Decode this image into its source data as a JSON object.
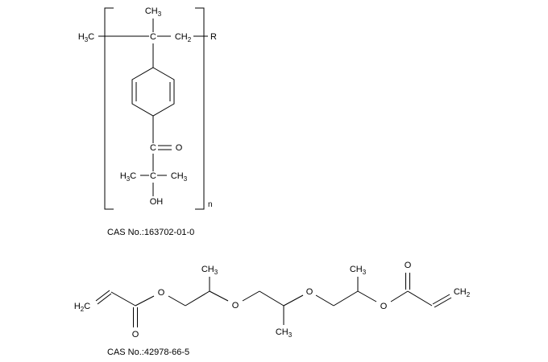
{
  "colors": {
    "bond": "#000000",
    "oxygen": "#e00000",
    "r_group": "#0000cc",
    "text": "#000000"
  },
  "molecule1": {
    "cas_label": "CAS No.:163702-01-0",
    "repeat_subscript": "n",
    "labels": {
      "methyl_top": {
        "main": "CH",
        "sub": "3"
      },
      "h3c_backbone": {
        "h": "H",
        "sub": "3",
        "c": "C"
      },
      "quaternary_c": "C",
      "ch2_backbone": {
        "main": "CH",
        "sub": "2"
      },
      "end_group": "R",
      "carbonyl_c": "C",
      "carbonyl_o": "O",
      "h3c_left": {
        "h": "H",
        "sub": "3",
        "c": "C"
      },
      "central_c": "C",
      "ch3_right": {
        "main": "CH",
        "sub": "3"
      },
      "hydroxyl": "OH"
    }
  },
  "molecule2": {
    "cas_label": "CAS No.:42978-66-5",
    "labels": {
      "vinyl_left": {
        "h": "H",
        "sub": "2",
        "c": "C"
      },
      "carbonyl_o_left": "O",
      "ester_o_left": "O",
      "methyl_1": {
        "main": "CH",
        "sub": "3"
      },
      "ether_o_1": "O",
      "methyl_2": {
        "main": "CH",
        "sub": "3"
      },
      "ether_o_2": "O",
      "methyl_3": {
        "main": "CH",
        "sub": "3"
      },
      "ester_o_right": "O",
      "carbonyl_o_right": "O",
      "vinyl_right": {
        "main": "CH",
        "sub": "2"
      }
    }
  }
}
